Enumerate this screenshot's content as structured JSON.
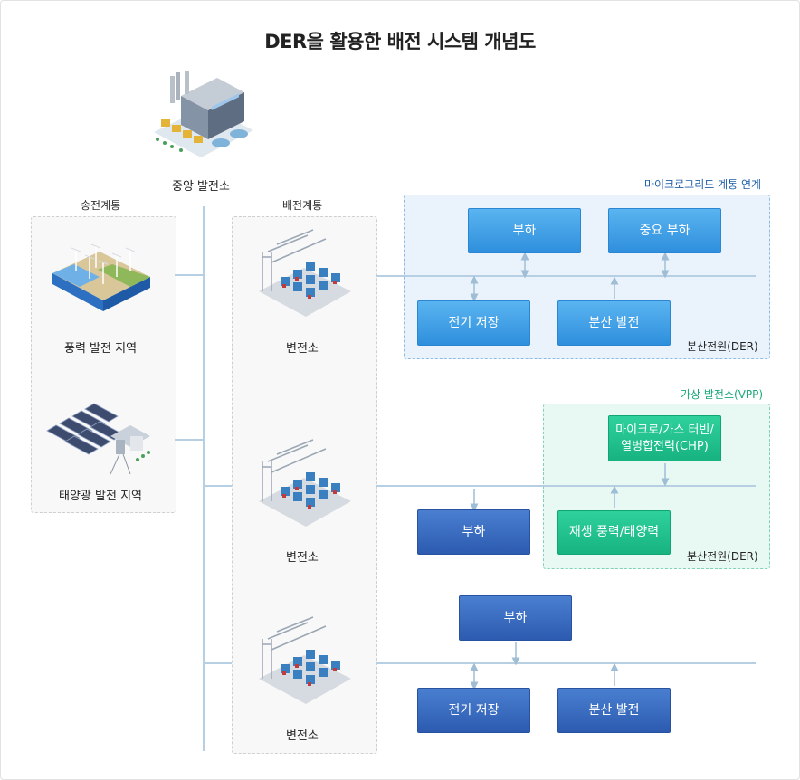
{
  "title": "DER을 활용한 배전 시스템 개념도",
  "central_plant": "중앙 발전소",
  "transmission": {
    "header": "송전계통",
    "wind": "풍력 발전 지역",
    "solar": "태양광 발전 지역"
  },
  "distribution": {
    "header": "배전계통",
    "substations": [
      "변전소",
      "변전소",
      "변전소"
    ]
  },
  "microgrid": {
    "title": "마이크로그리드 계통 연계",
    "load": "부하",
    "critical_load": "중요 부하",
    "storage": "전기 저장",
    "generation": "분산 발전",
    "der_label": "분산전원(DER)"
  },
  "vpp": {
    "title": "가상 발전소(VPP)",
    "chp_line1": "마이크로/가스 터빈/",
    "chp_line2": "열병합전력(CHP)",
    "renewable": "재생 풍력/태양력",
    "der_label": "분산전원(DER)",
    "load": "부하"
  },
  "bottom": {
    "load": "부하",
    "storage": "전기 저장",
    "generation": "분산 발전"
  },
  "colors": {
    "line": "#b7cfe2",
    "light_blue_box": "#3d9de6",
    "dark_blue_box": "#3465bd",
    "green_box": "#1fc08c",
    "microgrid_title": "#1f5fa8",
    "vpp_title": "#18a878"
  }
}
